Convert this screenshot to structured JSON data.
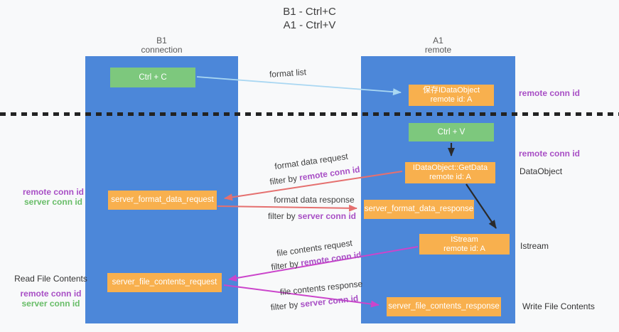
{
  "title": {
    "line1": "B1 - Ctrl+C",
    "line2": "A1 - Ctrl+V"
  },
  "lifelines": {
    "left": {
      "name": "B1",
      "sub": "connection"
    },
    "right": {
      "name": "A1",
      "sub": "remote"
    }
  },
  "nodes": {
    "ctrl_c": {
      "label": "Ctrl + C"
    },
    "ctrl_v": {
      "label": "Ctrl + V"
    },
    "save_dataobject": {
      "line1": "保存IDataObject",
      "line2": "remote id: A"
    },
    "getdata": {
      "line1": "IDataObject::GetData",
      "line2": "remote id: A"
    },
    "istream": {
      "line1": "IStream",
      "line2": "remote id: A"
    },
    "format_request": {
      "label": "server_format_data_request"
    },
    "format_response": {
      "label": "server_format_data_response"
    },
    "file_request": {
      "label": "server_file_contents_request"
    },
    "file_response": {
      "label": "server_file_contents_response"
    }
  },
  "arrow_labels": {
    "format_list": "format list",
    "format_data_request": "format data request",
    "format_data_response": "format data response",
    "file_contents_request": "file contents request",
    "file_contents_response": "file contents response",
    "filter_by": "filter by ",
    "remote_conn_id": "remote conn id",
    "server_conn_id": "server conn id"
  },
  "annotations": {
    "remote_conn_id": "remote conn id",
    "server_conn_id": "server conn id",
    "dataobject": "DataObject",
    "istream": "Istream",
    "read_file_contents": "Read File Contents",
    "write_file_contents": "Write File Contents"
  },
  "colors": {
    "lifeline_blue": "#4c87d9",
    "box_green": "#7dc87d",
    "box_orange": "#f8b04e",
    "purple_text": "#a84fc5",
    "green_text": "#68bd68",
    "arrow_light_blue": "#a9d7f2",
    "arrow_salmon": "#e5706f",
    "arrow_magenta": "#cb45cb",
    "arrow_black": "#2a2a2a"
  }
}
